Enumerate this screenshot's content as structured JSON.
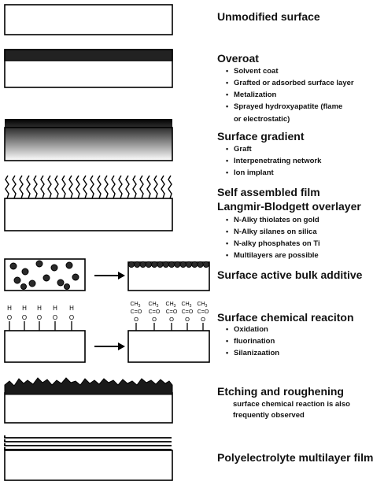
{
  "items": [
    {
      "title": "Unmodified surface",
      "bullets": []
    },
    {
      "title": "Overoat",
      "bullets": [
        "Solvent coat",
        "Grafted or adsorbed surface layer",
        "Metalization",
        "Sprayed hydroxyapatite (flame",
        "or electrostatic)"
      ]
    },
    {
      "title": "Surface gradient",
      "bullets": [
        "Graft",
        "Interpenetrating network",
        "Ion implant"
      ]
    },
    {
      "title": "Self assembled film",
      "title2": "Langmir-Blodgett overlayer",
      "bullets": [
        "N-Alky thiolates on gold",
        "N-Alky silanes on silica",
        "N-alky phosphates on Ti",
        "Multilayers are possible"
      ]
    },
    {
      "title": "Surface active bulk additive",
      "bullets": []
    },
    {
      "title": "Surface chemical reaciton",
      "bullets": [
        "Oxidation",
        "fluorination",
        "Silanizaation"
      ]
    },
    {
      "title": "Etching and roughening",
      "note": "surface chemical reaction is also frequently observed"
    },
    {
      "title": "Polyelectrolyte multilayer films",
      "bullets": []
    }
  ],
  "diagram_labels": {
    "h": "H",
    "o": "O",
    "ch3": "CH",
    "ch3_sub": "3",
    "co": "C=O"
  }
}
